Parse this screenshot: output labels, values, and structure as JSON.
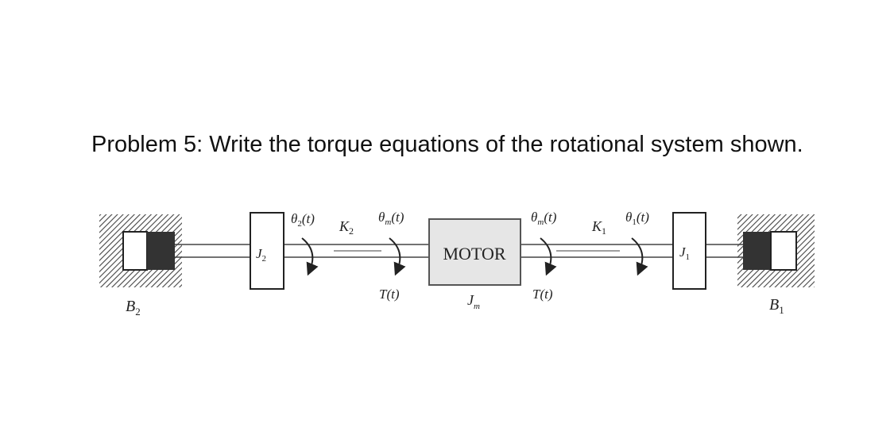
{
  "problem": {
    "text": "Problem 5:  Write the torque equations of the rotational system shown."
  },
  "diagram": {
    "motor_label": "MOTOR",
    "labels": {
      "b2": "B",
      "b2_sub": "2",
      "j2": "J",
      "j2_sub": "2",
      "theta2": "θ",
      "theta2_sub": "2",
      "theta2_arg": "(t)",
      "k2": "K",
      "k2_sub": "2",
      "thetam_left": "θ",
      "thetam_left_sub": "m",
      "thetam_left_arg": "(t)",
      "torque_left": "T(t)",
      "jm": "J",
      "jm_sub": "m",
      "thetam_right": "θ",
      "thetam_right_sub": "m",
      "thetam_right_arg": "(t)",
      "torque_right": "T(t)",
      "k1": "K",
      "k1_sub": "1",
      "theta1": "θ",
      "theta1_sub": "1",
      "theta1_arg": "(t)",
      "j1": "J",
      "j1_sub": "1",
      "b1": "B",
      "b1_sub": "1"
    }
  }
}
